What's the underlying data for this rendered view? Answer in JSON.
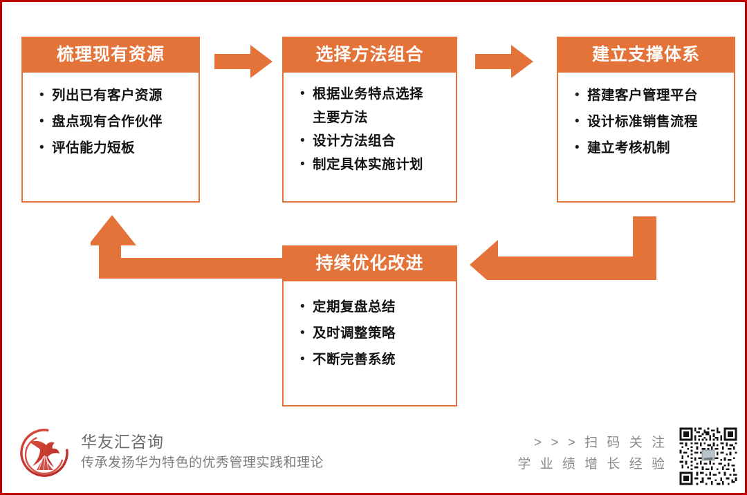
{
  "slide": {
    "frame_color": "#c00000",
    "accent_color": "#e4733a",
    "background": "#ffffff"
  },
  "boxes": [
    {
      "id": "box-existing-resources",
      "title": "梳理现有资源",
      "bullets": [
        "列出已有客户资源",
        "盘点现有合作伙伴",
        "评估能力短板"
      ]
    },
    {
      "id": "box-select-method",
      "title": "选择方法组合",
      "bullets": [
        "根据业务特点选择",
        "主要方法",
        "设计方法组合",
        "制定具体实施计划"
      ],
      "bullet_markers": [
        "•",
        "",
        "•",
        "•"
      ]
    },
    {
      "id": "box-support-system",
      "title": "建立支撑体系",
      "bullets": [
        "搭建客户管理平台",
        "设计标准销售流程",
        "建立考核机制"
      ]
    },
    {
      "id": "box-continuous-improve",
      "title": "持续优化改进",
      "bullets": [
        "定期复盘总结",
        "及时调整策略",
        "不断完善系统"
      ]
    }
  ],
  "bullet_marker": "•",
  "arrows": [
    {
      "name": "arrow-box1-to-box2",
      "direction": "right"
    },
    {
      "name": "arrow-box2-to-box3",
      "direction": "right"
    },
    {
      "name": "arrow-box3-to-box4",
      "direction": "elbow-down-left"
    },
    {
      "name": "arrow-box4-to-box1",
      "direction": "elbow-left-up"
    }
  ],
  "footer": {
    "logo_name": "phoenix-logo",
    "brand_name": "华友汇咨询",
    "brand_tagline": "传承发扬华为特色的优秀管理实践和理论",
    "cta_line1": "> > >  扫 码 关 注",
    "cta_line2": "学 业 绩 增 长 经 验",
    "qr_name": "qr-code"
  }
}
